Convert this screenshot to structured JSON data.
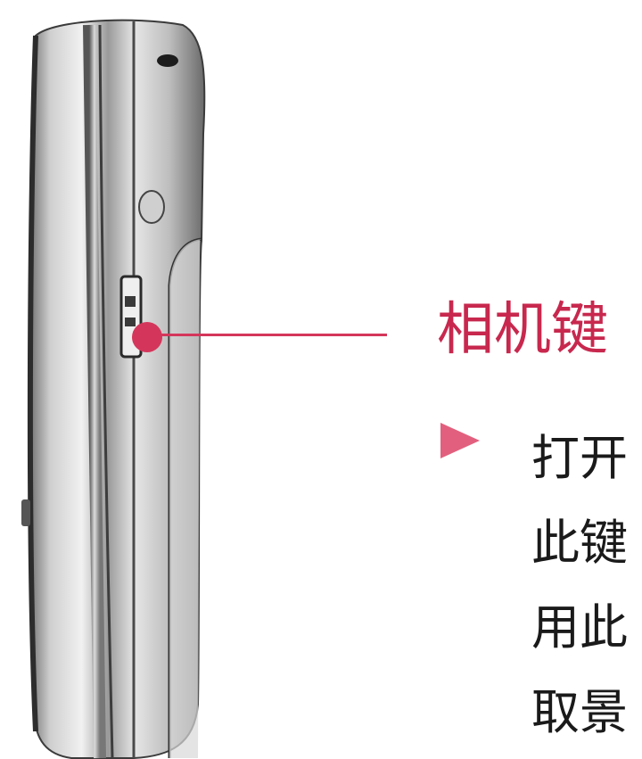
{
  "callout": {
    "title": "相机键",
    "lines": [
      "打开",
      "此键",
      "用此",
      "取景"
    ]
  },
  "colors": {
    "accent": "#d4365b",
    "bullet": "#e2607e",
    "phone_body": "#c9c9c9"
  },
  "icons": {
    "bullet": "triangle-right-icon"
  }
}
